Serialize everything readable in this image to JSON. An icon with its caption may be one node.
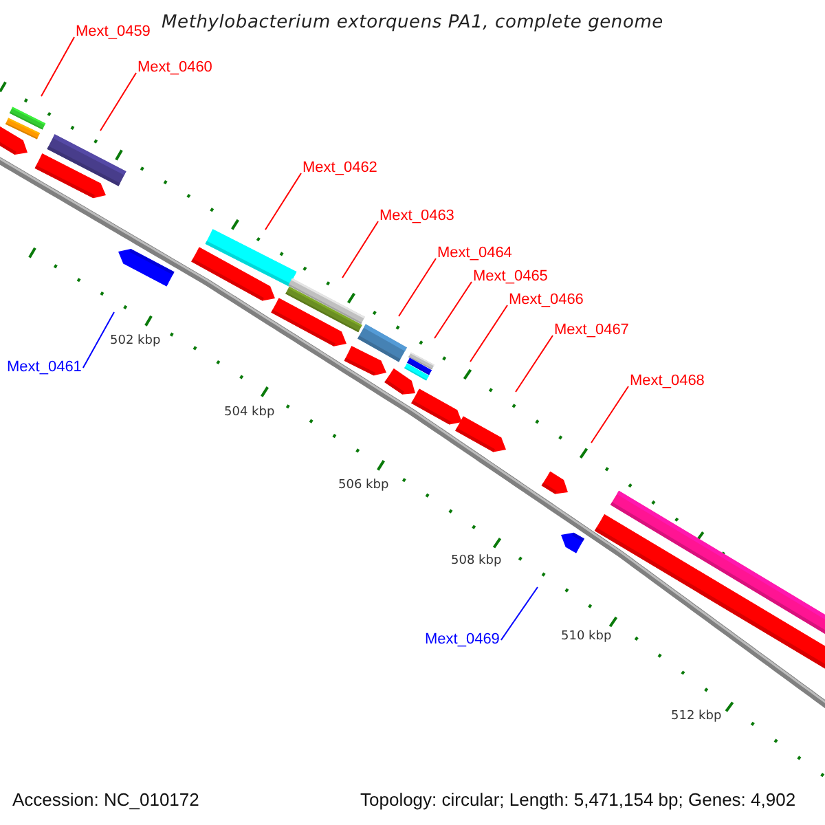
{
  "diagram": {
    "title": "Methylobacterium extorquens PA1, complete genome",
    "nodes": [
      {
        "text": [
          "Mext_0459"
        ]
      },
      {
        "text": [
          "Mext_0460"
        ]
      },
      {
        "text": [
          "Mext_0462"
        ]
      },
      {
        "text": [
          "Mext_0463"
        ]
      },
      {
        "text": [
          "Mext_0464"
        ]
      },
      {
        "text": [
          "Mext_0465"
        ]
      },
      {
        "text": [
          "Mext_0466"
        ]
      },
      {
        "text": [
          "Mext_0467"
        ]
      },
      {
        "text": [
          "Mext_0468"
        ]
      },
      {
        "text": [
          "Mext_0461"
        ]
      },
      {
        "text": [
          "Mext_0469"
        ]
      }
    ],
    "edges": [
      {
        "from": 0,
        "to": null,
        "arrow": "none"
      },
      {
        "from": 1,
        "to": null,
        "arrow": "none"
      },
      {
        "from": 2,
        "to": null,
        "arrow": "none"
      },
      {
        "from": 3,
        "to": null,
        "arrow": "none"
      },
      {
        "from": 4,
        "to": null,
        "arrow": "none"
      },
      {
        "from": 5,
        "to": null,
        "arrow": "none"
      },
      {
        "from": 6,
        "to": null,
        "arrow": "none"
      },
      {
        "from": 7,
        "to": null,
        "arrow": "none"
      },
      {
        "from": 8,
        "to": null,
        "arrow": "none"
      },
      {
        "from": 9,
        "to": null,
        "arrow": "none",
        "color": "#0000ff"
      },
      {
        "from": 10,
        "to": null,
        "arrow": "none",
        "color": "#0000ff"
      }
    ],
    "labels": [
      "502 kbp",
      "504 kbp",
      "506 kbp",
      "508 kbp",
      "510 kbp",
      "512 kbp",
      "Accession: NC_010172",
      "Topology: circular; Length: 5,471,154 bp; Genes: 4,902"
    ]
  }
}
